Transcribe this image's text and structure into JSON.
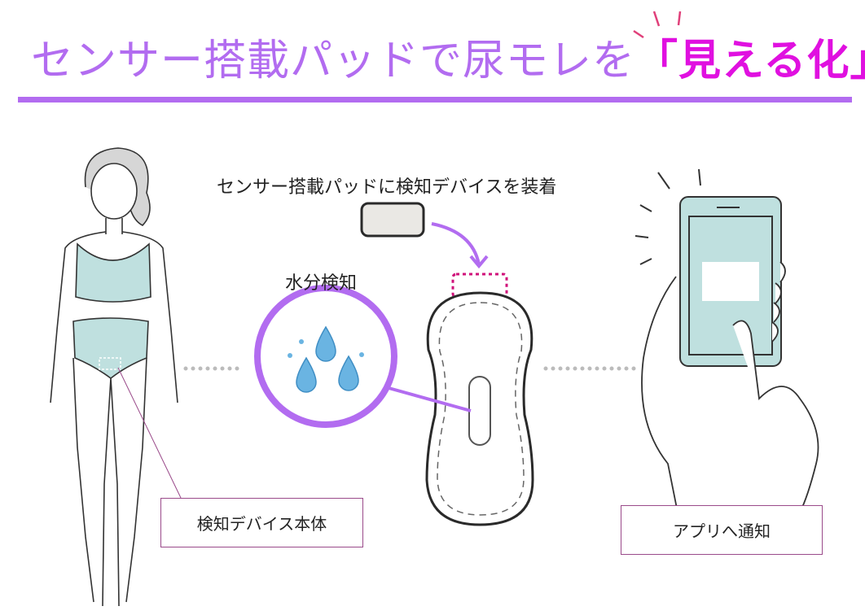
{
  "title": {
    "main": "センサー搭載パッドで尿モレを",
    "highlight": "「見える化」"
  },
  "labels": {
    "attach": "センサー搭載パッドに検知デバイスを装着",
    "moisture": "水分検知",
    "device_body": "検知デバイス本体",
    "app_notify": "アプリへ通知"
  },
  "colors": {
    "accent": "#b26cf0",
    "highlight": "#e010e0",
    "clothing": "#bfe0df",
    "drop": "#6ab4e2",
    "box_border": "#9a4a8a"
  }
}
